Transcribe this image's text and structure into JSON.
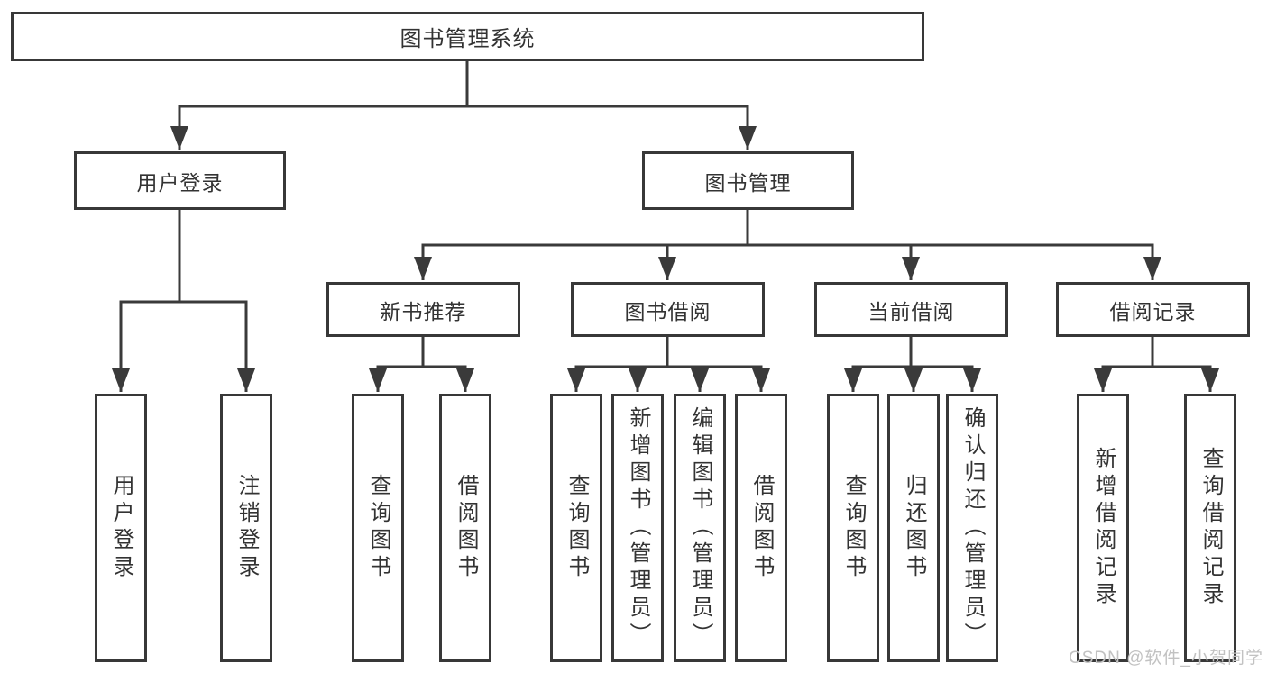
{
  "diagram_title": "图书管理系统",
  "watermark": "CSDN @软件_小贺同学",
  "colors": {
    "line": "#3a3a3a",
    "box_border": "#383838",
    "box_fill": "#ffffff",
    "text": "#333333",
    "watermark": "#c2c2c2",
    "background": "#ffffff"
  },
  "tree": {
    "root": {
      "label": "图书管理系统"
    },
    "branches": [
      {
        "label": "用户登录",
        "children": [
          {
            "label": "用户登录"
          },
          {
            "label": "注销登录"
          }
        ]
      },
      {
        "label": "图书管理",
        "children": [
          {
            "label": "新书推荐",
            "children": [
              {
                "label": "查询图书"
              },
              {
                "label": "借阅图书"
              }
            ]
          },
          {
            "label": "图书借阅",
            "children": [
              {
                "label": "查询图书"
              },
              {
                "label": "新增图书（管理员）"
              },
              {
                "label": "编辑图书（管理员）"
              },
              {
                "label": "借阅图书"
              }
            ]
          },
          {
            "label": "当前借阅",
            "children": [
              {
                "label": "查询图书"
              },
              {
                "label": "归还图书"
              },
              {
                "label": "确认归还（管理员）"
              }
            ]
          },
          {
            "label": "借阅记录",
            "children": [
              {
                "label": "新增借阅记录"
              },
              {
                "label": "查询借阅记录"
              }
            ]
          }
        ]
      }
    ]
  }
}
